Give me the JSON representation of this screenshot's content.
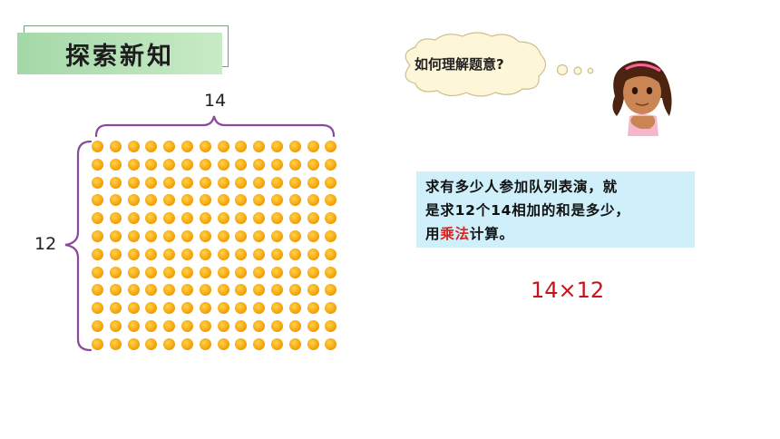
{
  "header": {
    "title": "探索新知"
  },
  "dot_array": {
    "columns": 14,
    "rows": 12,
    "columns_label": "14",
    "rows_label": "12"
  },
  "thought_bubble": {
    "text": "如何理解题意?"
  },
  "explanation": {
    "line1": "求有多少人参加队列表演，就",
    "line2": "是求12个14相加的和是多少，",
    "line3_before": "用",
    "line3_highlight": "乘法",
    "line3_after": "计算。"
  },
  "expression": "14×12",
  "colors": {
    "title_bg": "#a4d8a8",
    "brace": "#8a4a9c",
    "dot": "#f6a80f",
    "infobox_bg": "#cfeffb",
    "expression": "#c9121b",
    "highlight": "#e0201c"
  },
  "icons": [
    "curly-brace-top-icon",
    "curly-brace-left-icon",
    "thought-bubble-icon",
    "girl-character-icon"
  ]
}
